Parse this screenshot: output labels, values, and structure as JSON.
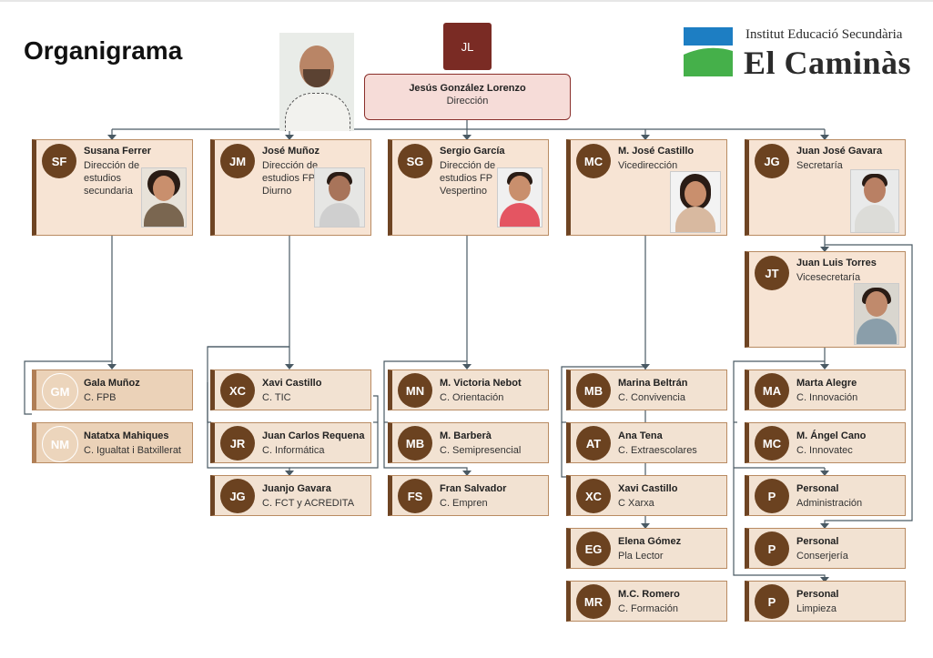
{
  "page_title": "Organigrama",
  "logo": {
    "line1": "Institut Educació Secundària",
    "line2": "El Caminàs"
  },
  "director": {
    "initials": "JL",
    "name": "Jesús González Lorenzo",
    "role": "Dirección"
  },
  "top": [
    {
      "initials": "SF",
      "name": "Susana Ferrer",
      "role": "Dirección de\nestudios\n secundaria"
    },
    {
      "initials": "JM",
      "name": "José Muñoz",
      "role": "Dirección de\nestudios FP\nDiurno"
    },
    {
      "initials": "SG",
      "name": "Sergio García",
      "role": "Dirección de\nestudios FP\nVespertino"
    },
    {
      "initials": "MC",
      "name": "M. José Castillo",
      "role": "Vicedirección"
    },
    {
      "initials": "JG",
      "name": "Juan José Gavara",
      "role": "Secretaría"
    }
  ],
  "vice": {
    "initials": "JT",
    "name": "Juan Luis Torres",
    "role": "Vicesecretaría"
  },
  "col1": [
    {
      "initials": "GM",
      "name": "Gala Muñoz",
      "role": "C. FPB"
    },
    {
      "initials": "NM",
      "name": "Natatxa Mahiques",
      "role": "C. Igualtat i Batxillerat"
    }
  ],
  "col2": [
    {
      "initials": "XC",
      "name": "Xavi Castillo",
      "role": "C. TIC"
    },
    {
      "initials": "JR",
      "name": "Juan Carlos Requena",
      "role": "C. Informática"
    },
    {
      "initials": "JG",
      "name": "Juanjo Gavara",
      "role": "C. FCT y ACREDITA"
    }
  ],
  "col3": [
    {
      "initials": "MN",
      "name": "M. Victoria Nebot",
      "role": "C. Orientación"
    },
    {
      "initials": "MB",
      "name": "M. Barberà",
      "role": "C. Semipresencial"
    },
    {
      "initials": "FS",
      "name": "Fran Salvador",
      "role": "C. Empren"
    }
  ],
  "col4": [
    {
      "initials": "MB",
      "name": "Marina Beltrán",
      "role": "C. Convivencia"
    },
    {
      "initials": "AT",
      "name": "Ana Tena",
      "role": "C. Extraescolares"
    },
    {
      "initials": "XC",
      "name": "Xavi Castillo",
      "role": "C Xarxa"
    },
    {
      "initials": "EG",
      "name": "Elena Gómez",
      "role": "Pla Lector"
    },
    {
      "initials": "MR",
      "name": "M.C. Romero",
      "role": "C. Formación"
    }
  ],
  "col5": [
    {
      "initials": "MA",
      "name": "Marta Alegre",
      "role": "C. Innovación"
    },
    {
      "initials": "MC",
      "name": "M. Ángel Cano",
      "role": "C. Innovatec"
    },
    {
      "initials": "P",
      "name": "Personal",
      "role": "Administración"
    },
    {
      "initials": "P",
      "name": "Personal",
      "role": "Conserjería"
    },
    {
      "initials": "P",
      "name": "Personal",
      "role": "Limpieza"
    }
  ]
}
